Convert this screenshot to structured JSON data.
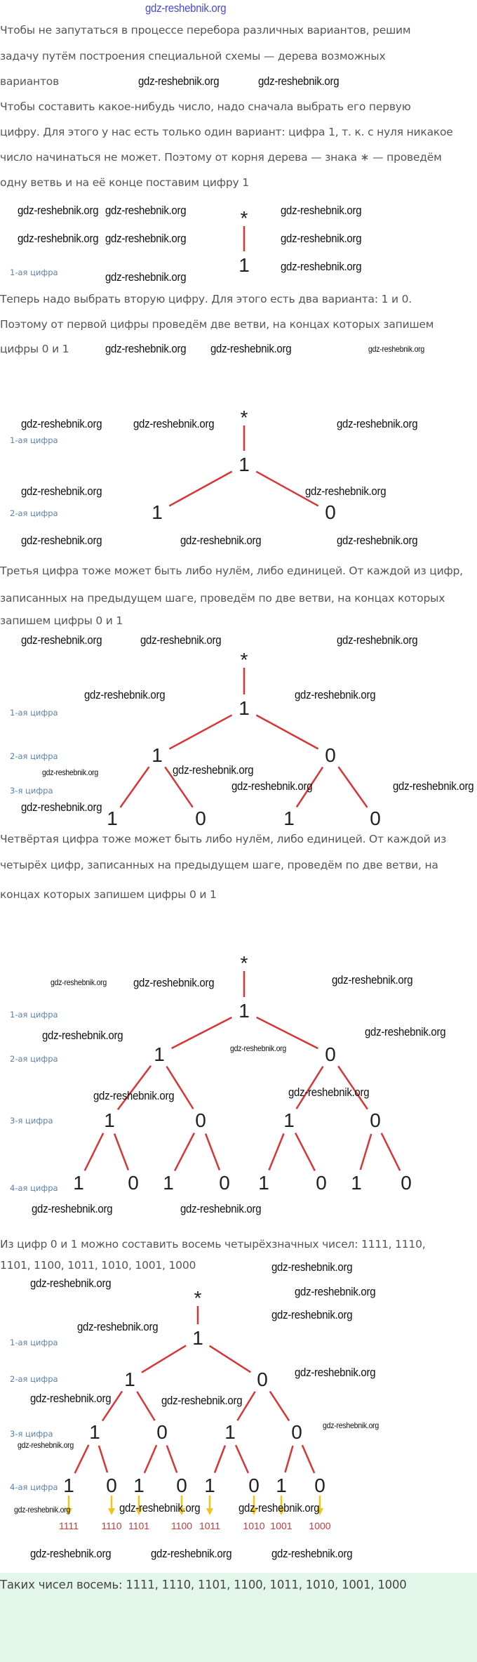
{
  "watermark": "gdz-reshebnik.org",
  "paragraphs": [
    [
      "Чтобы не запутаться в процессе перебора различных вариантов, решим",
      "задачу путём построения специальной схемы — дерева возможных",
      "вариантов"
    ],
    [
      "Чтобы составить какое-нибудь число, надо сначала выбрать его первую",
      "цифру. Для этого у нас есть только один вариант: цифра 1, т. к. с нуля никакое",
      "число начинаться не может. Поэтому от корня дерева — знака ∗ — проведём",
      "одну ветвь и на её конце поставим цифру 1"
    ],
    [
      "Теперь надо выбрать вторую цифру. Для этого есть два варианта: 1 и 0.",
      "Поэтому от первой цифры проведём две ветви, на концах которых запишем",
      "цифры 0 и 1"
    ],
    [
      "Третья цифра тоже может быть либо нулём, либо единицей. От каждой из цифр,",
      "записанных на предыдущем шаге, проведём по две ветви, на концах которых",
      "запишем цифры 0 и 1"
    ],
    [
      "Четвёртая цифра тоже может быть либо нулём, либо единицей. От каждой из",
      "четырёх цифр, записанных на предыдущем шаге, проведём по две ветви, на",
      "концах которых запишем цифры 0 и 1"
    ],
    [
      "Из цифр 0 и 1 можно составить восемь четырёхзначных чисел: 1111, 1110,",
      "1101, 1100, 1011, 1010, 1001, 1000"
    ]
  ],
  "level_labels": [
    "1-ая цифра",
    "2-ая цифра",
    "3-я цифра",
    "4-ая цифра"
  ],
  "root_symbol": "*",
  "tree_levels": [
    [
      "1"
    ],
    [
      "1",
      "0"
    ],
    [
      "1",
      "0",
      "1",
      "0"
    ],
    [
      "1",
      "0",
      "1",
      "0",
      "1",
      "0",
      "1",
      "0"
    ]
  ],
  "results": [
    "1111",
    "1110",
    "1101",
    "1100",
    "1011",
    "1010",
    "1001",
    "1000"
  ],
  "conclusion": "Таких чисел восемь: 1111, 1110, 1101, 1100, 1011, 1010, 1001, 1000",
  "colors": {
    "branch": "#d93535",
    "arrow": "#f0c419",
    "label": "#5a82ad",
    "band": "#e3f6ea",
    "result": "#c53a3a"
  }
}
